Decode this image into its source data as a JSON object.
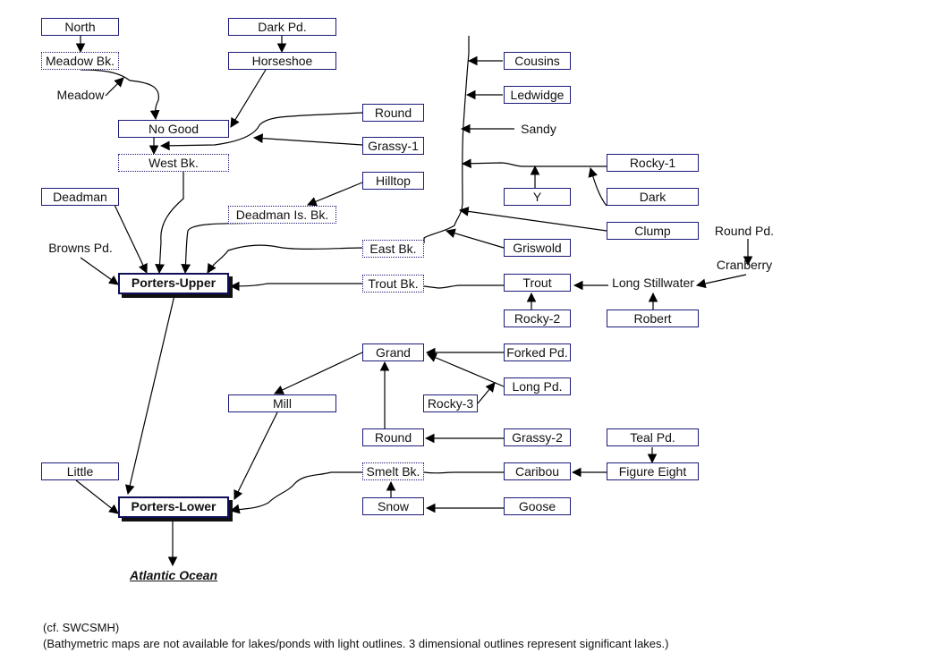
{
  "diagram": {
    "nodes": {
      "north": "North",
      "meadow_bk": "Meadow Bk.",
      "meadow": "Meadow",
      "dark_pd": "Dark Pd.",
      "horseshoe": "Horseshoe",
      "no_good": "No Good",
      "west_bk": "West Bk.",
      "round_1": "Round",
      "grassy_1": "Grassy-1",
      "hilltop": "Hilltop",
      "deadman": "Deadman",
      "deadman_is_bk": "Deadman Is. Bk.",
      "browns_pd": "Browns Pd.",
      "east_bk": "East Bk.",
      "porters_upper": "Porters-Upper",
      "trout_bk": "Trout Bk.",
      "cousins": "Cousins",
      "ledwidge": "Ledwidge",
      "sandy": "Sandy",
      "rocky_1": "Rocky-1",
      "y": "Y",
      "dark": "Dark",
      "clump": "Clump",
      "griswold": "Griswold",
      "round_pd": "Round Pd.",
      "cranberry": "Cranberry",
      "trout": "Trout",
      "long_stillwater": "Long Stillwater",
      "rocky_2": "Rocky-2",
      "robert": "Robert",
      "grand": "Grand",
      "forked_pd": "Forked Pd.",
      "long_pd": "Long Pd.",
      "rocky_3": "Rocky-3",
      "mill": "Mill",
      "round_2": "Round",
      "grassy_2": "Grassy-2",
      "teal_pd": "Teal Pd.",
      "little": "Little",
      "smelt_bk": "Smelt Bk.",
      "caribou": "Caribou",
      "figure_eight": "Figure Eight",
      "snow": "Snow",
      "goose": "Goose",
      "porters_lower": "Porters-Lower",
      "atlantic_ocean": "Atlantic Ocean"
    },
    "edges": [
      [
        "north",
        "meadow_bk"
      ],
      [
        "dark_pd",
        "horseshoe"
      ],
      [
        "meadow_bk",
        "no_good"
      ],
      [
        "meadow",
        "meadow_bk"
      ],
      [
        "horseshoe",
        "no_good"
      ],
      [
        "no_good",
        "west_bk"
      ],
      [
        "round_1",
        "west_bk"
      ],
      [
        "grassy_1",
        "west_bk"
      ],
      [
        "hilltop",
        "deadman_is_bk"
      ],
      [
        "deadman",
        "porters_upper"
      ],
      [
        "west_bk",
        "porters_upper"
      ],
      [
        "deadman_is_bk",
        "porters_upper"
      ],
      [
        "east_bk",
        "porters_upper"
      ],
      [
        "browns_pd",
        "porters_upper"
      ],
      [
        "trout_bk",
        "porters_upper"
      ],
      [
        "cousins",
        "east_bk"
      ],
      [
        "ledwidge",
        "east_bk"
      ],
      [
        "sandy",
        "east_bk"
      ],
      [
        "rocky_1",
        "east_bk"
      ],
      [
        "y",
        "rocky_1"
      ],
      [
        "dark",
        "rocky_1"
      ],
      [
        "clump",
        "east_bk"
      ],
      [
        "griswold",
        "east_bk"
      ],
      [
        "round_pd",
        "cranberry"
      ],
      [
        "cranberry",
        "long_stillwater"
      ],
      [
        "long_stillwater",
        "trout"
      ],
      [
        "robert",
        "long_stillwater"
      ],
      [
        "rocky_2",
        "trout"
      ],
      [
        "trout",
        "trout_bk"
      ],
      [
        "porters_upper",
        "porters_lower"
      ],
      [
        "forked_pd",
        "grand"
      ],
      [
        "long_pd",
        "grand"
      ],
      [
        "rocky_3",
        "long_pd"
      ],
      [
        "grand",
        "mill"
      ],
      [
        "round_2",
        "grand"
      ],
      [
        "grassy_2",
        "round_2"
      ],
      [
        "mill",
        "porters_lower"
      ],
      [
        "little",
        "porters_lower"
      ],
      [
        "smelt_bk",
        "porters_lower"
      ],
      [
        "caribou",
        "smelt_bk"
      ],
      [
        "figure_eight",
        "caribou"
      ],
      [
        "teal_pd",
        "figure_eight"
      ],
      [
        "snow",
        "smelt_bk"
      ],
      [
        "goose",
        "snow"
      ],
      [
        "porters_lower",
        "atlantic_ocean"
      ]
    ]
  },
  "footnotes": {
    "source": "(cf. SWCSMH)",
    "legend": "(Bathymetric maps are not available for lakes/ponds with light outlines. 3 dimensional outlines represent significant lakes.)"
  }
}
